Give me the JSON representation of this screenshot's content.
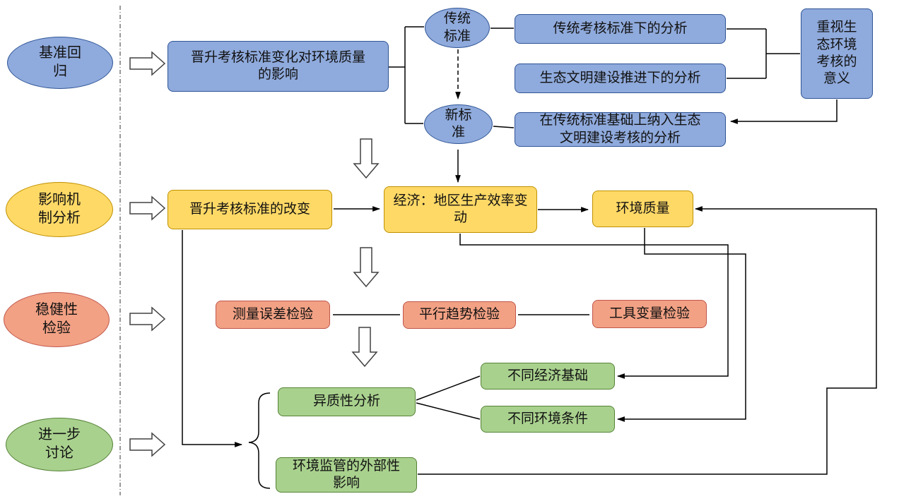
{
  "diagram": {
    "stages": {
      "baseline": "基准回归",
      "mechanism": "影响机制分析",
      "robustness": "稳健性检验",
      "discussion": "进一步讨论"
    },
    "nodes": {
      "main_question": "晋升考核标准变化对环境质量的影响",
      "traditional_standard": "传统标准",
      "new_standard": "新标准",
      "traditional_analysis": "传统考核标准下的分析",
      "eco_civilization_analysis": "生态文明建设推进下的分析",
      "significance": "重视生态环境考核的意义",
      "new_standard_analysis": "在传统标准基础上纳入生态文明建设考核的分析",
      "standard_change": "晋升考核标准的改变",
      "economy": "经济：地区生产效率变动",
      "env_quality": "环境质量",
      "measurement_error": "测量误差检验",
      "parallel_trend": "平行趋势检验",
      "instrument_variable": "工具变量检验",
      "heterogeneity": "异质性分析",
      "economic_base": "不同经济基础",
      "env_condition": "不同环境条件",
      "externality": "环境监管的外部性影响"
    },
    "colors": {
      "blue_fill": "#8FAADC",
      "blue_border": "#2F5597",
      "yellow_fill": "#FFD966",
      "yellow_border": "#BF9000",
      "salmon_fill": "#F2A184",
      "salmon_border": "#C0564B",
      "green_fill": "#A9D18E",
      "green_border": "#548235",
      "connector": "#000000"
    }
  }
}
